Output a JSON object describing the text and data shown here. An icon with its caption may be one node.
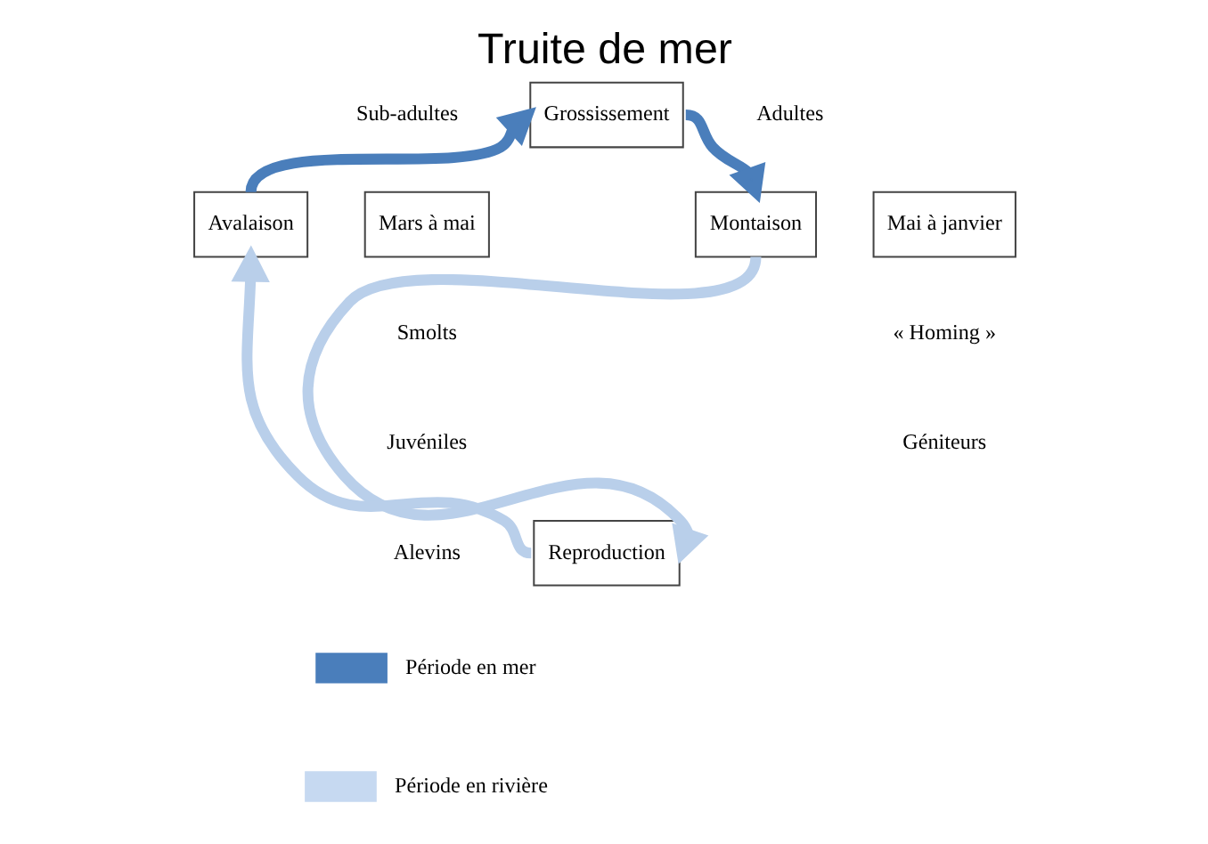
{
  "diagram": {
    "title": "Truite de mer",
    "nodes": [
      {
        "text": [
          "Grossissement"
        ]
      },
      {
        "text": [
          "Mars à mai"
        ]
      },
      {
        "text": [
          "Avalaison"
        ]
      },
      {
        "text": [
          "Montaison"
        ]
      },
      {
        "text": [
          "Mai à janvier"
        ]
      },
      {
        "text": [
          "Reproduction"
        ]
      }
    ],
    "edges": [
      {
        "from": 2,
        "to": 0,
        "arrow": "to",
        "color": "#4a7ebb"
      },
      {
        "from": 0,
        "to": 3,
        "arrow": "to",
        "color": "#4a7ebb"
      },
      {
        "from": 3,
        "to": 5,
        "arrow": "to",
        "color": "#b9cfea"
      },
      {
        "from": 5,
        "to": 2,
        "arrow": "to",
        "color": "#b9cfea"
      }
    ],
    "labels": [
      "Sub-adultes",
      "Adultes",
      "« Homing »",
      "Géniteurs",
      "Smolts",
      "Juvéniles",
      "Alevins"
    ],
    "legend": [
      {
        "text": "Période en mer",
        "color": "#4a7ebb"
      },
      {
        "text": "Période en rivière",
        "color": "#c6d9f1"
      }
    ]
  }
}
